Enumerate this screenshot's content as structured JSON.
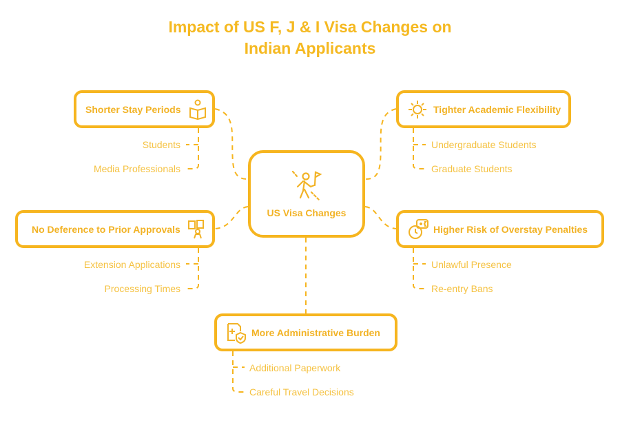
{
  "title": "Impact of US F, J & I Visa Changes on Indian Applicants",
  "center": {
    "label": "US Visa Changes",
    "icon": "person-flag-icon"
  },
  "nodes": [
    {
      "label": "Shorter Stay Periods",
      "icon": "person-reading-icon",
      "items": [
        "Students",
        "Media Professionals"
      ]
    },
    {
      "label": "Tighter Academic Flexibility",
      "icon": "sun-gear-icon",
      "items": [
        "Undergraduate Students",
        "Graduate Students"
      ]
    },
    {
      "label": "No Deference to Prior Approvals",
      "icon": "person-documents-icon",
      "items": [
        "Extension Applications",
        "Processing Times"
      ]
    },
    {
      "label": "Higher Risk of Overstay Penalties",
      "icon": "clock-plus-icon",
      "items": [
        "Unlawful Presence",
        "Re-entry Bans"
      ]
    },
    {
      "label": "More Administrative Burden",
      "icon": "document-shield-icon",
      "items": [
        "Additional Paperwork",
        "Careful Travel Decisions"
      ]
    }
  ],
  "colors": {
    "accent": "#F6B51F",
    "text": "#F2B326",
    "subtext": "#F5C242"
  }
}
